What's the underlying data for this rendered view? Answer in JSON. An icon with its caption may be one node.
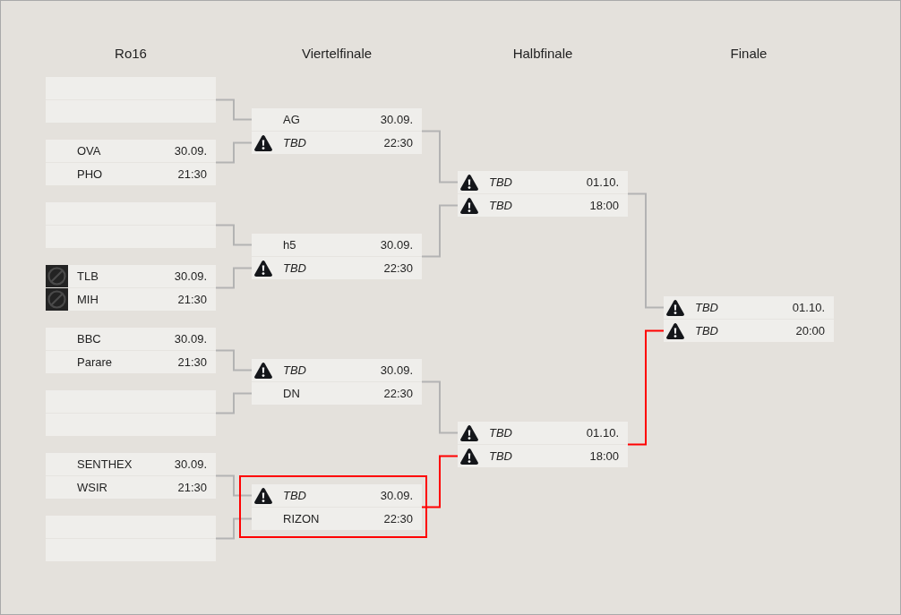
{
  "diagram": {
    "nodes": [
      {
        "text": [],
        "shape": "box"
      },
      {
        "text": [],
        "shape": "bar",
        "in": 0
      },
      {
        "text": [],
        "shape": "bar",
        "in": 0
      },
      {
        "text": [],
        "shape": "box"
      },
      {
        "text": [
          "OVA",
          "30.09."
        ],
        "in": 3
      },
      {
        "text": [
          "PHO",
          "21:30"
        ],
        "in": 3
      },
      {
        "text": [],
        "shape": "box"
      },
      {
        "text": [],
        "shape": "bar",
        "in": 6
      },
      {
        "text": [],
        "shape": "bar",
        "in": 6
      },
      {
        "text": [],
        "shape": "box"
      },
      {
        "text": [
          "TLB",
          "30.09."
        ],
        "in": 9
      },
      {
        "text": [
          "MIH",
          "21:30"
        ],
        "in": 9
      },
      {
        "text": [],
        "shape": "box"
      },
      {
        "text": [
          "BBC",
          "30.09."
        ],
        "in": 12
      },
      {
        "text": [
          "Parare",
          "21:30"
        ],
        "in": 12
      },
      {
        "text": [],
        "shape": "box"
      },
      {
        "text": [],
        "shape": "bar",
        "in": 15
      },
      {
        "text": [],
        "shape": "bar",
        "in": 15
      },
      {
        "text": [],
        "shape": "box"
      },
      {
        "text": [
          "SENTHEX",
          "30.09."
        ],
        "in": 18
      },
      {
        "text": [
          "WSIR",
          "21:30"
        ],
        "in": 18
      },
      {
        "text": [],
        "shape": "box"
      },
      {
        "text": [],
        "shape": "bar",
        "in": 21
      },
      {
        "text": [],
        "shape": "bar",
        "in": 21
      },
      {
        "text": [],
        "shape": "box"
      },
      {
        "text": [
          "AG",
          "30.09."
        ],
        "in": 24
      },
      {
        "text": [
          "TBD",
          "22:30"
        ],
        "in": 24
      },
      {
        "text": [],
        "shape": "box"
      },
      {
        "text": [
          "h5",
          "30.09."
        ],
        "in": 27
      },
      {
        "text": [
          "TBD",
          "22:30"
        ],
        "in": 27
      },
      {
        "text": [],
        "shape": "box"
      },
      {
        "text": [
          "TBD",
          "30.09."
        ],
        "in": 30
      },
      {
        "text": [
          "DN",
          "22:30"
        ],
        "in": 30
      },
      {
        "text": [],
        "shape": "box"
      },
      {
        "text": [],
        "shape": "box",
        "in": 33
      },
      {
        "text": [
          "TBD",
          "30.09."
        ],
        "in": 34
      },
      {
        "text": [
          "RIZON",
          "22:30"
        ],
        "in": 34
      },
      {
        "text": [],
        "shape": "box"
      },
      {
        "text": [
          "TBD",
          "01.10."
        ],
        "in": 37
      },
      {
        "text": [
          "TBD",
          "18:00"
        ],
        "in": 37
      },
      {
        "text": [],
        "shape": "box"
      },
      {
        "text": [
          "TBD",
          "01.10."
        ],
        "in": 40
      },
      {
        "text": [
          "TBD",
          "18:00"
        ],
        "in": 40
      },
      {
        "text": [],
        "shape": "box"
      },
      {
        "text": [
          "TBD",
          "01.10."
        ],
        "in": 43
      },
      {
        "text": [
          "TBD",
          "20:00"
        ],
        "in": 43
      }
    ],
    "edges": [
      {
        "from": 0,
        "to": 25,
        "arrow": "none"
      },
      {
        "from": 3,
        "to": 26,
        "arrow": "none"
      },
      {
        "from": 6,
        "to": 28,
        "arrow": "none"
      },
      {
        "from": 9,
        "to": 29,
        "arrow": "none"
      },
      {
        "from": 12,
        "to": 31,
        "arrow": "none"
      },
      {
        "from": 15,
        "to": 32,
        "arrow": "none"
      },
      {
        "from": 18,
        "to": 35,
        "arrow": "none"
      },
      {
        "from": 21,
        "to": 36,
        "arrow": "none"
      },
      {
        "from": 24,
        "to": 38,
        "arrow": "none"
      },
      {
        "from": 27,
        "to": 39,
        "arrow": "none"
      },
      {
        "from": 30,
        "to": 41,
        "arrow": "none"
      },
      {
        "from": 34,
        "to": 42,
        "arrow": "none",
        "color": "#ff0000"
      },
      {
        "from": 37,
        "to": 44,
        "arrow": "none"
      },
      {
        "from": 40,
        "to": 45,
        "arrow": "none",
        "color": "#ff0000"
      }
    ],
    "labels": [
      "Ro16",
      "Viertelfinale",
      "Halbfinale",
      "Finale"
    ]
  }
}
